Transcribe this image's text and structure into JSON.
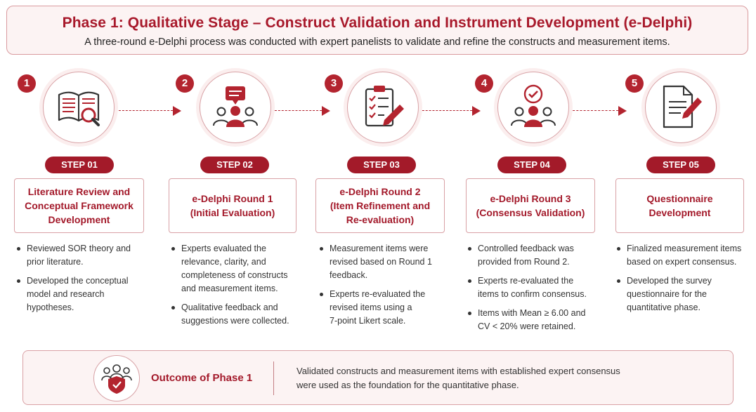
{
  "header": {
    "title": "Phase 1: Qualitative Stage – Construct Validation and Instrument Development (e-Delphi)",
    "subtitle": "A three-round e-Delphi process was conducted with expert panelists to validate and refine the constructs and measurement items."
  },
  "steps": [
    {
      "number": "1",
      "label": "STEP 01",
      "icon": "book-magnifier-icon",
      "title": "Literature Review and\nConceptual Framework\nDevelopment",
      "bullets": [
        "Reviewed SOR theory and\nprior literature.",
        "Developed the conceptual\nmodel and research\nhypotheses."
      ]
    },
    {
      "number": "2",
      "label": "STEP 02",
      "icon": "experts-discussion-icon",
      "title": "e-Delphi Round 1\n(Initial Evaluation)",
      "bullets": [
        "Experts evaluated the\nrelevance, clarity, and\ncompleteness of constructs\nand measurement items.",
        "Qualitative feedback and\nsuggestions were collected."
      ]
    },
    {
      "number": "3",
      "label": "STEP 03",
      "icon": "clipboard-checklist-icon",
      "title": "e-Delphi Round 2\n(Item Refinement and\nRe-evaluation)",
      "bullets": [
        "Measurement items were\nrevised based on Round 1\nfeedback.",
        "Experts re-evaluated the\nrevised items using a\n7-point Likert scale."
      ]
    },
    {
      "number": "4",
      "label": "STEP 04",
      "icon": "experts-consensus-icon",
      "title": "e-Delphi Round 3\n(Consensus Validation)",
      "bullets": [
        "Controlled feedback was\nprovided from Round 2.",
        "Experts re-evaluated the\nitems to confirm consensus.",
        "Items with Mean ≥ 6.00 and\nCV < 20% were retained."
      ]
    },
    {
      "number": "5",
      "label": "STEP 05",
      "icon": "document-pen-icon",
      "title": "Questionnaire\nDevelopment",
      "bullets": [
        "Finalized measurement items\nbased on expert consensus.",
        "Developed the survey\nquestionnaire for the\nquantitative phase."
      ]
    }
  ],
  "outcome": {
    "icon": "team-shield-icon",
    "label": "Outcome of Phase 1",
    "text": "Validated constructs and measurement items with established expert consensus\nwere used as the foundation for the quantitative phase."
  },
  "colors": {
    "accent": "#a3192a",
    "accent_light": "#fcf3f3",
    "border": "#d9a1a5"
  }
}
